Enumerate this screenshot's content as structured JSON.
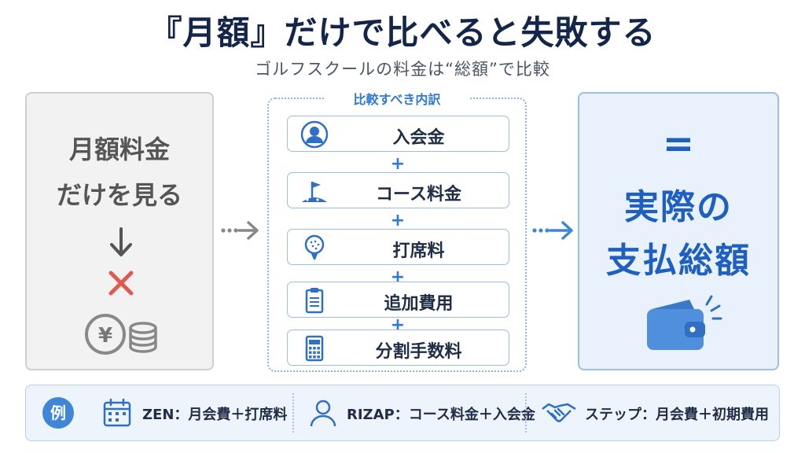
{
  "header": {
    "title": "『月額』だけで比べると失敗する",
    "subtitle": "ゴルフスクールの料金は“総額”で比較"
  },
  "left": {
    "line1": "月額料金",
    "line2": "だけを見る"
  },
  "middle": {
    "title": "比較すべき内訳",
    "items": [
      {
        "label": "入会金",
        "icon": "person-icon"
      },
      {
        "label": "コース料金",
        "icon": "golf-flag-icon"
      },
      {
        "label": "打席料",
        "icon": "golf-ball-icon"
      },
      {
        "label": "追加費用",
        "icon": "clipboard-icon"
      },
      {
        "label": "分割手数料",
        "icon": "calculator-icon"
      }
    ],
    "plus": "+"
  },
  "right": {
    "equals": "=",
    "line1": "実際の",
    "line2": "支払総額"
  },
  "examples": {
    "badge": "例",
    "items": [
      {
        "text": "ZEN：月会費＋打席料",
        "icon": "calendar-icon"
      },
      {
        "text": "RIZAP：コース料金＋入会金",
        "icon": "person-outline-icon"
      },
      {
        "text": "ステップ：月会費＋初期費用",
        "icon": "handshake-icon"
      }
    ]
  },
  "colors": {
    "primary": "#1f5fc0",
    "accent": "#2f78d4",
    "cross": "#e05a4f",
    "muted": "#555555"
  }
}
